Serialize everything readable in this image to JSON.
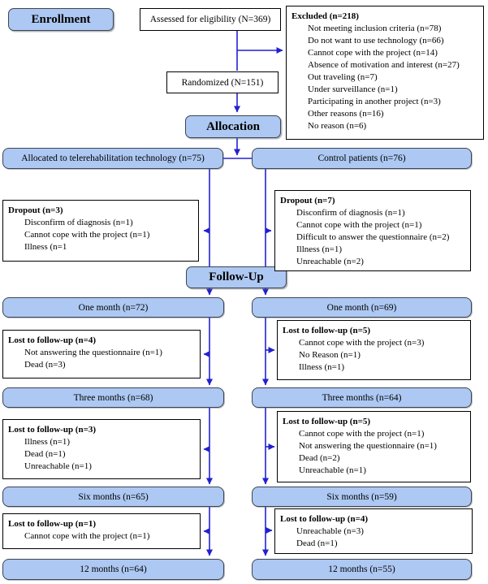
{
  "colors": {
    "box_fill": "#adc8f2",
    "box_border": "#3d4552",
    "arrow": "#2121d0",
    "detail_border": "#000000"
  },
  "headers": {
    "enrollment": "Enrollment",
    "allocation": "Allocation",
    "followup": "Follow-Up"
  },
  "enrollment": {
    "assessed": "Assessed for eligibility (N=369)",
    "randomized": "Randomized (N=151)",
    "excluded": {
      "title": "Excluded (n=218)",
      "items": [
        "Not meeting inclusion criteria (n=78)",
        "Do not want to use technology (n=66)",
        "Cannot cope with the project (n=14)",
        "Absence of motivation and interest (n=27)",
        "Out traveling (n=7)",
        "Under surveillance (n=1)",
        "Participating in another project (n=3)",
        "Other reasons (n=16)",
        "No reason (n=6)"
      ]
    }
  },
  "left_arm": {
    "allocated": "Allocated to telerehabilitation technology (n=75)",
    "dropout": {
      "title": "Dropout (n=3)",
      "items": [
        "Disconfirm of diagnosis (n=1)",
        "Cannot cope with the project (n=1)",
        "Illness (n=1"
      ]
    },
    "one_month": "One month (n=72)",
    "lost_one_month": {
      "title": "Lost to follow-up (n=4)",
      "items": [
        "Not answering the questionnaire (n=1)",
        "Dead (n=3)"
      ]
    },
    "three_months": "Three months (n=68)",
    "lost_three_months": {
      "title": "Lost to follow-up (n=3)",
      "items": [
        "Illness (n=1)",
        "Dead (n=1)",
        "Unreachable (n=1)"
      ]
    },
    "six_months": "Six months (n=65)",
    "lost_six_months": {
      "title": "Lost to follow-up (n=1)",
      "items": [
        "Cannot cope with the project (n=1)"
      ]
    },
    "twelve_months": "12 months (n=64)"
  },
  "right_arm": {
    "allocated": "Control patients (n=76)",
    "dropout": {
      "title": "Dropout (n=7)",
      "items": [
        "Disconfirm of diagnosis (n=1)",
        "Cannot cope with the project (n=1)",
        "Difficult to answer the questionnaire (n=2)",
        "Illness (n=1)",
        "Unreachable (n=2)"
      ]
    },
    "one_month": "One month (n=69)",
    "lost_one_month": {
      "title": "Lost to follow-up (n=5)",
      "items": [
        "Cannot cope with the project (n=3)",
        "No Reason (n=1)",
        "Illness (n=1)"
      ]
    },
    "three_months": "Three months (n=64)",
    "lost_three_months": {
      "title": "Lost to follow-up (n=5)",
      "items": [
        "Cannot cope with the project (n=1)",
        "Not answering the questionnaire (n=1)",
        "Dead (n=2)",
        "Unreachable (n=1)"
      ]
    },
    "six_months": "Six months (n=59)",
    "lost_six_months": {
      "title": "Lost to follow-up (n=4)",
      "items": [
        "Unreachable (n=3)",
        "Dead (n=1)"
      ]
    },
    "twelve_months": "12 months (n=55)"
  }
}
